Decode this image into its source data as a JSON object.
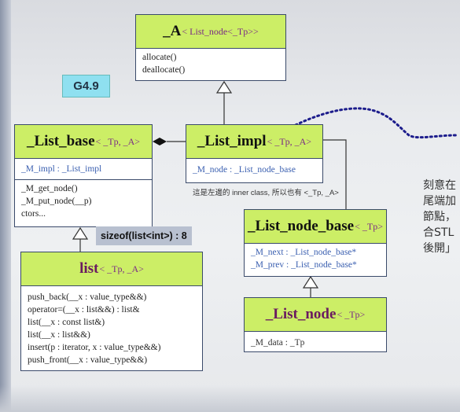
{
  "badge": "G4.9",
  "sizeof_label": "sizeof(list<int>) : 8",
  "note": "這是左邊的 inner class, 所以也有 <_Tp, _A>",
  "side_text": [
    "刻意在",
    "尾端加",
    "節點，",
    "合STL",
    "後開」"
  ],
  "classes": {
    "alloc": {
      "name": "_A",
      "tpl": "< List_node<_Tp>>",
      "methods": [
        "allocate()",
        "deallocate()"
      ]
    },
    "list_base": {
      "name": "_List_base",
      "tpl": "< _Tp, _A>",
      "fields": [
        "_M_impl : _List_impl"
      ],
      "methods": [
        "_M_get_node()",
        "_M_put_node(__p)",
        "ctors..."
      ]
    },
    "list_impl": {
      "name": "_List_impl",
      "tpl": "< _Tp, _A>",
      "fields": [
        "_M_node : _List_node_base"
      ]
    },
    "list_node_base": {
      "name": "_List_node_base",
      "tpl": "< _Tp>",
      "fields": [
        "_M_next : _List_node_base*",
        "_M_prev : _List_node_base*"
      ]
    },
    "list_node": {
      "name": "_List_node",
      "tpl": "< _Tp>",
      "fields": [
        "_M_data : _Tp"
      ]
    },
    "list": {
      "name": "list",
      "tpl": "< _Tp, _A>",
      "methods": [
        "push_back(__x : value_type&&)",
        "operator=(__x : list&&) : list&",
        "list(__x : const list&)",
        "list(__x : list&&)",
        "insert(p : iterator, x : value_type&&)",
        "push_front(__x : value_type&&)"
      ]
    }
  },
  "colors": {
    "header": "#ccee66",
    "border": "#3a4a6a",
    "member": "#3a5fb0",
    "template": "#7a2a86"
  }
}
